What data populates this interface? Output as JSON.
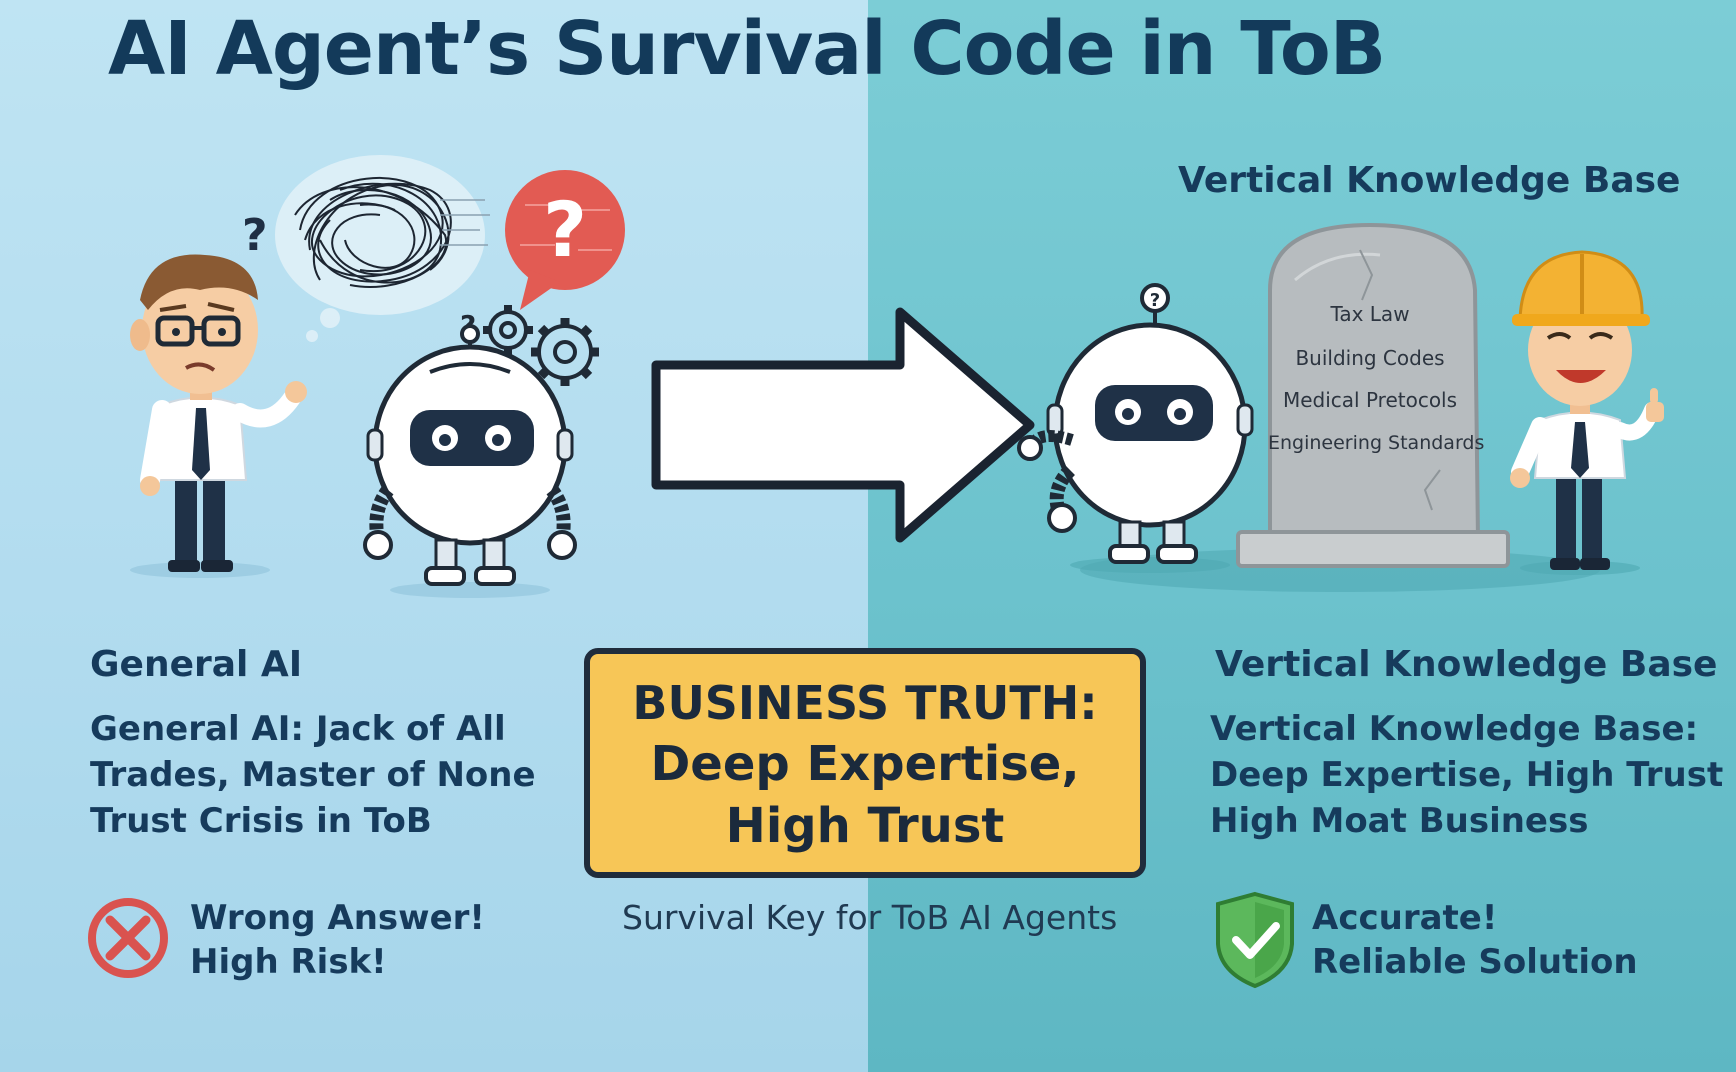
{
  "title": "AI Agent’s Survival Code in ToB",
  "right_header": "Vertical Knowledge Base",
  "tombstone_items": [
    "Tax Law",
    "Building Codes",
    "Medical Pretocols",
    "Engineering Standards"
  ],
  "left": {
    "heading": "General AI",
    "lines": [
      "General AI: Jack of All",
      "Trades, Master of None",
      "Trust Crisis in ToB"
    ],
    "verdict": [
      "Wrong Answer!",
      "High Risk!"
    ]
  },
  "center": {
    "box_lines": [
      "BUSINESS TRUTH:",
      "Deep Expertise,",
      "High Trust"
    ],
    "tagline": "Survival Key for ToB AI Agents"
  },
  "right": {
    "heading": "Vertical Knowledge Base",
    "lines": [
      "Vertical Knowledge Base:",
      "Deep Expertise, High Trust",
      "High Moat Business"
    ],
    "verdict": [
      "Accurate!",
      "Reliable Solution"
    ]
  },
  "colors": {
    "left_bg": "#b5ddef",
    "right_bg": "#6cc2cd",
    "title": "#133a5a",
    "box_fill": "#f7c657",
    "error_red": "#d9534f",
    "check_green": "#5cb85c"
  },
  "icons": [
    "question-mark-icon",
    "scribble-thought-bubble",
    "red-question-bubble",
    "gear-icon",
    "arrow-right-icon",
    "x-circle-icon",
    "shield-check-icon",
    "tombstone"
  ]
}
